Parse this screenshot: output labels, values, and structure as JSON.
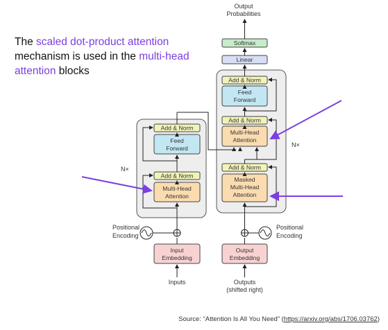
{
  "caption": {
    "part1": "The ",
    "hl1": "scaled dot-product attention",
    "part2": " mechanism is used in the ",
    "hl2": "multi-head attention",
    "part3": " blocks"
  },
  "diagram": {
    "output_label_1": "Output",
    "output_label_2": "Probabilities",
    "softmax": "Softmax",
    "linear": "Linear",
    "add_norm": "Add & Norm",
    "feed_forward_1": "Feed",
    "feed_forward_2": "Forward",
    "multi_head_1": "Multi-Head",
    "multi_head_2": "Attention",
    "masked_1": "Masked",
    "masked_2": "Multi-Head",
    "masked_3": "Attention",
    "nx": "N×",
    "pos_enc_1": "Positional",
    "pos_enc_2": "Encoding",
    "input_emb_1": "Input",
    "input_emb_2": "Embedding",
    "output_emb_1": "Output",
    "output_emb_2": "Embedding",
    "inputs": "Inputs",
    "outputs_1": "Outputs",
    "outputs_2": "(shifted right)"
  },
  "source": {
    "prefix": "Source: “Attention Is All You Need” (",
    "link": "https://arxiv.org/abs/1706.03762",
    "suffix": ")"
  },
  "colors": {
    "highlight": "#7b3fe0",
    "add_norm": "#f1f3b8",
    "feed_forward": "#c3e6f3",
    "attention": "#fbdcb0",
    "embedding": "#f8d2d2",
    "softmax": "#c8ebc9",
    "linear": "#d8def5",
    "stack_bg": "#eeeeee"
  }
}
